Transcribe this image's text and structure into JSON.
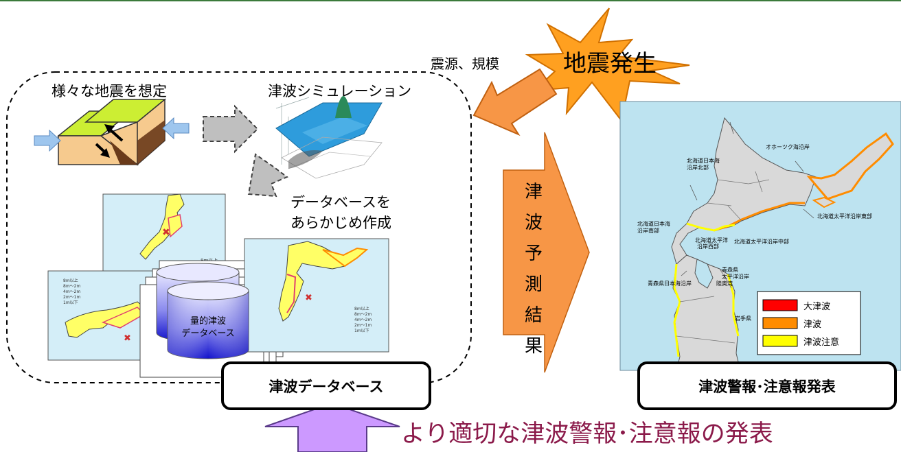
{
  "earthquake": {
    "label": "地震発生",
    "source_label": "震源、規模"
  },
  "assume_label": "様々な地震を想定",
  "simulation_label": "津波シミュレーション",
  "create_db_label": [
    "データベースを",
    "あらかじめ作成"
  ],
  "db_cylinder_label": [
    "量的津波",
    "データベース"
  ],
  "tsunami_db_label": "津波データベース",
  "forecast_result_chars": [
    "津",
    "波",
    "予",
    "測",
    "結",
    "果"
  ],
  "warning_announce_label": "津波警報･注意報発表",
  "bottom_message": "より適切な津波警報･注意報の発表",
  "map_regions": {
    "hokkaido_sea_of_japan_north": [
      "北海道日本海",
      "沿岸北部"
    ],
    "okhotsk": "オホーツク海沿岸",
    "hokkaido_sea_of_japan_south": [
      "北海道日本海",
      "沿岸南部"
    ],
    "hokkaido_pacific_west": [
      "北海道太平洋",
      "沿岸西部"
    ],
    "hokkaido_pacific_central": "北海道太平洋沿岸中部",
    "hokkaido_pacific_east": "北海道太平洋沿岸東部",
    "aomori_pacific": [
      "青森県",
      "太平洋沿岸"
    ],
    "aomori_sea_of_japan": "青森県日本海沿岸",
    "mutsu_bay": "陸奥湾",
    "iwate": "岩手県"
  },
  "legend": [
    {
      "label": "大津波",
      "color": "#ff0000"
    },
    {
      "label": "津波",
      "color": "#ff8c00"
    },
    {
      "label": "津波注意",
      "color": "#ffff00"
    }
  ],
  "small_map_legend": [
    "8m以上",
    "8m～2m",
    "4m～2m",
    "2m～1m",
    "1m以下"
  ],
  "colors": {
    "burst": "#ffa020",
    "arrow_orange": "#f79646",
    "arrow_gray": "#bfbfbf",
    "arrow_lilac": "#cc99ff",
    "map_sea": "#bde3f0",
    "land_yellow": "#ffff66",
    "bottom_text": "#8b1a4a"
  }
}
